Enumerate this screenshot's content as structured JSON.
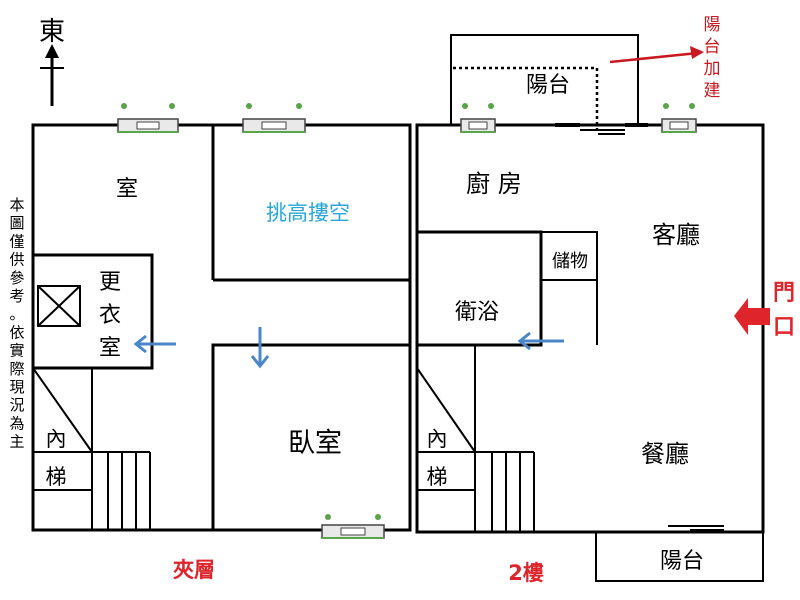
{
  "compass": {
    "label": "東"
  },
  "disclaimer": "本圖僅供參考。依實際現況為主",
  "left_floor": {
    "caption": "夾層",
    "rooms": {
      "room": "室",
      "void": "挑高摟空",
      "closet_1": "更",
      "closet_2": "衣",
      "closet_3": "室",
      "stair_1": "內",
      "stair_2": "梯",
      "bedroom": "臥室"
    }
  },
  "right_floor": {
    "caption": "2樓",
    "rooms": {
      "balcony_top": "陽台",
      "kitchen": "廚 房",
      "living": "客廳",
      "storage": "儲物",
      "bath": "衛浴",
      "stair_1": "內",
      "stair_2": "梯",
      "dining": "餐廳",
      "balcony_bottom": "陽台"
    }
  },
  "annotations": {
    "balcony_extension": "陽台加建",
    "door_1": "門",
    "door_2": "口"
  },
  "colors": {
    "caption": "#e0242b",
    "void_text": "#2aa6d8",
    "arrow_blue": "#4a86c8",
    "door_arrow": "#e0242b",
    "window_green": "#5aa54a"
  }
}
